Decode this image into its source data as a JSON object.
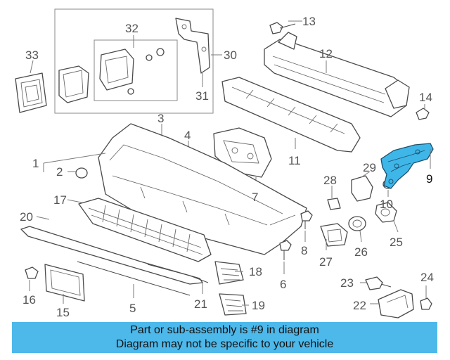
{
  "callouts": {
    "c1": "1",
    "c2": "2",
    "c3": "3",
    "c4": "4",
    "c5": "5",
    "c6": "6",
    "c7": "7",
    "c8": "8",
    "c9": "9",
    "c10": "10",
    "c11": "11",
    "c12": "12",
    "c13": "13",
    "c14": "14",
    "c15": "15",
    "c16": "16",
    "c17": "17",
    "c18": "18",
    "c19": "19",
    "c20": "20",
    "c21": "21",
    "c22": "22",
    "c23": "23",
    "c24": "24",
    "c25": "25",
    "c26": "26",
    "c27": "27",
    "c28": "28",
    "c29": "29",
    "c30": "30",
    "c31": "31",
    "c32": "32",
    "c33": "33"
  },
  "highlighted_part": "9",
  "colors": {
    "highlight": "#3fb6e8",
    "banner": "#4db8ea"
  },
  "banner": {
    "line1": "Part or sub-assembly is #9 in diagram",
    "line2": "Diagram may not be specific to your vehicle"
  }
}
